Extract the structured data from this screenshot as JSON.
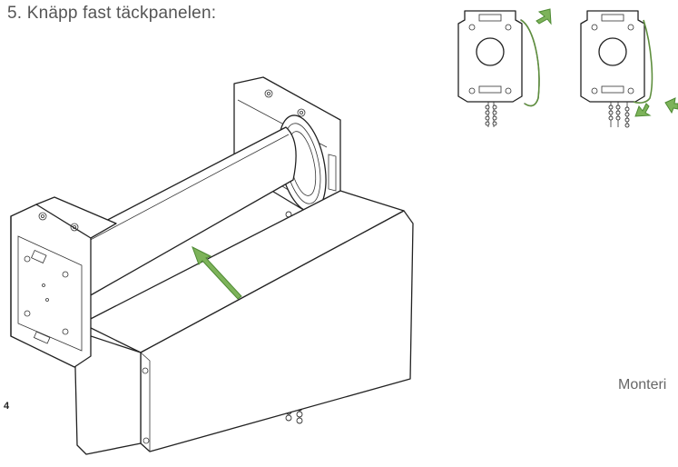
{
  "step": {
    "title": "5. Knäpp fast täckpanelen:"
  },
  "page": {
    "number": "4"
  },
  "footer": {
    "text": "Monteri"
  },
  "colors": {
    "accent_arrow": "#7db35a",
    "line": "#222222"
  },
  "icons": [
    "green-arrow-icon"
  ]
}
